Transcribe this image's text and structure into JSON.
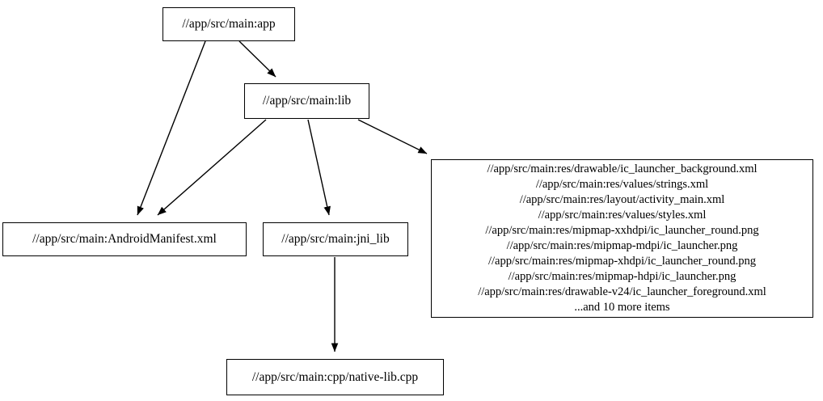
{
  "graph": {
    "type": "directed-dependency-graph",
    "background_color": "#ffffff",
    "node_border_color": "#000000",
    "text_color": "#000000",
    "edge_color": "#000000",
    "nodes": [
      {
        "id": "app",
        "label": "//app/src/main:app"
      },
      {
        "id": "lib",
        "label": "//app/src/main:lib"
      },
      {
        "id": "manifest",
        "label": "//app/src/main:AndroidManifest.xml"
      },
      {
        "id": "jni_lib",
        "label": "//app/src/main:jni_lib"
      },
      {
        "id": "res_group",
        "label": "//app/src/main:res/drawable/ic_launcher_background.xml\n//app/src/main:res/values/strings.xml\n//app/src/main:res/layout/activity_main.xml\n//app/src/main:res/values/styles.xml\n//app/src/main:res/mipmap-xxhdpi/ic_launcher_round.png\n//app/src/main:res/mipmap-mdpi/ic_launcher.png\n//app/src/main:res/mipmap-xhdpi/ic_launcher_round.png\n//app/src/main:res/mipmap-hdpi/ic_launcher.png\n//app/src/main:res/drawable-v24/ic_launcher_foreground.xml\n...and 10 more items",
        "lines": [
          "//app/src/main:res/drawable/ic_launcher_background.xml",
          "//app/src/main:res/values/strings.xml",
          "//app/src/main:res/layout/activity_main.xml",
          "//app/src/main:res/values/styles.xml",
          "//app/src/main:res/mipmap-xxhdpi/ic_launcher_round.png",
          "//app/src/main:res/mipmap-mdpi/ic_launcher.png",
          "//app/src/main:res/mipmap-xhdpi/ic_launcher_round.png",
          "//app/src/main:res/mipmap-hdpi/ic_launcher.png",
          "//app/src/main:res/drawable-v24/ic_launcher_foreground.xml",
          "...and 10 more items"
        ],
        "overflow_note": "...and 10 more items",
        "overflow_count": 10
      },
      {
        "id": "native_lib",
        "label": "//app/src/main:cpp/native-lib.cpp"
      }
    ],
    "edges": [
      {
        "from": "app",
        "to": "lib"
      },
      {
        "from": "app",
        "to": "manifest"
      },
      {
        "from": "lib",
        "to": "manifest"
      },
      {
        "from": "lib",
        "to": "jni_lib"
      },
      {
        "from": "lib",
        "to": "res_group"
      },
      {
        "from": "jni_lib",
        "to": "native_lib"
      }
    ]
  }
}
